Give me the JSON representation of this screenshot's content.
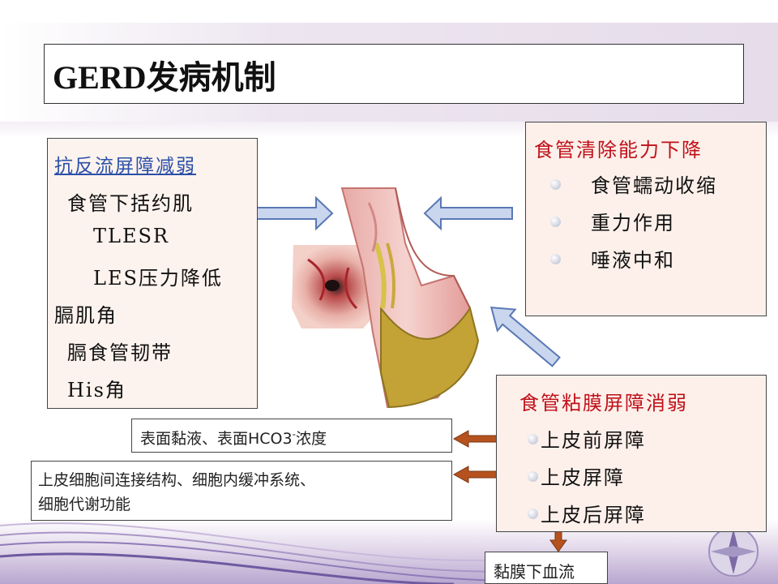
{
  "title": "GERD发病机制",
  "left_box": {
    "heading": "抗反流屏障减弱",
    "items": [
      "食管下括约肌",
      "TLESR",
      "LES压力降低",
      "膈肌角",
      "膈食管韧带",
      "His角"
    ]
  },
  "right_top_box": {
    "heading": "食管清除能力下降",
    "items": [
      "食管蠕动收缩",
      "重力作用",
      "唾液中和"
    ]
  },
  "right_bottom_box": {
    "heading": "食管粘膜屏障消弱",
    "items": [
      "上皮前屏障",
      "上皮屏障",
      "上皮后屏障"
    ]
  },
  "notes": {
    "pre_epithelial_main": "表面黏液、表面HCO3",
    "pre_epithelial_sup": "-",
    "pre_epithelial_tail": "浓度",
    "epithelial_line1": "上皮细胞间连接结构、细胞内缓冲系统、",
    "epithelial_line2": "细胞代谢功能",
    "post_epithelial": "黏膜下血流"
  },
  "colors": {
    "heading_blue": "#2b4fa8",
    "heading_red": "#c0101a",
    "arrow_blue_fill": "#c9d6ee",
    "arrow_blue_stroke": "#5a78b4",
    "arrow_brown": "#b5521e"
  }
}
